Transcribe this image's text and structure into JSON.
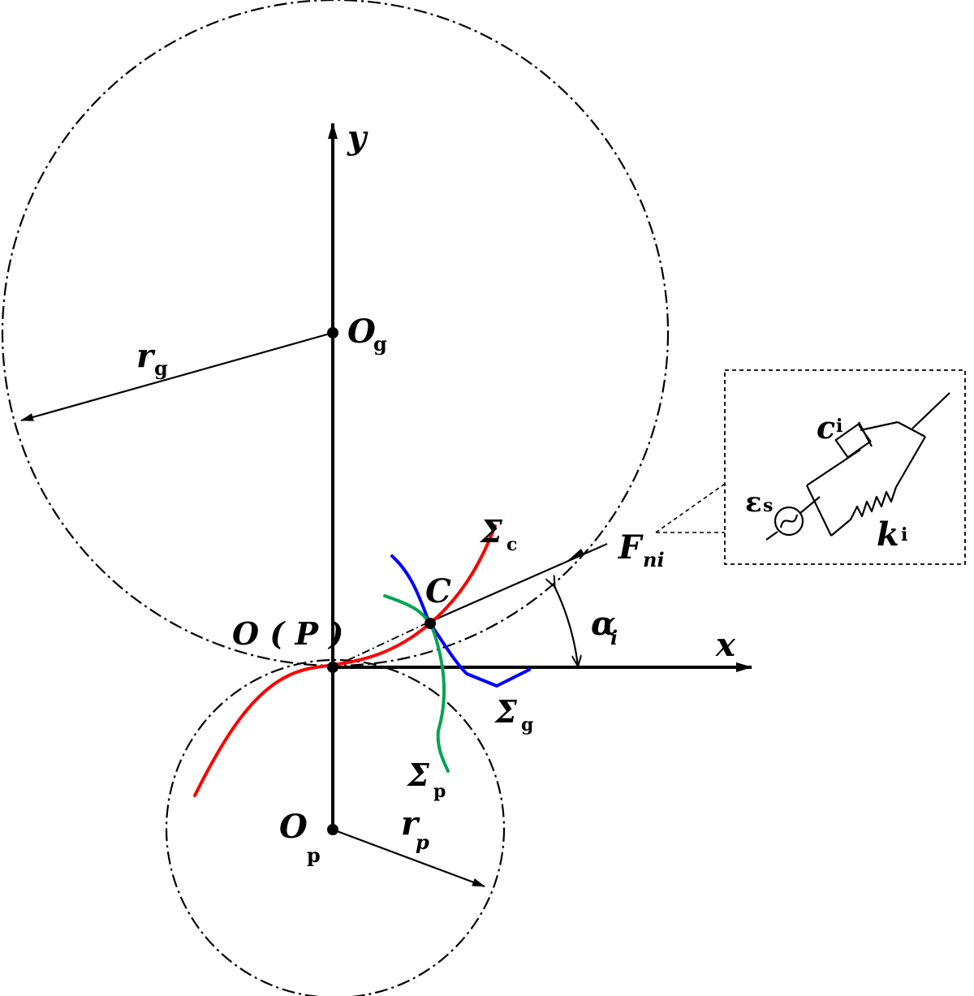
{
  "labels": {
    "y_axis": "y",
    "x_axis": "x",
    "og_main": "O",
    "og_sub": "g",
    "op_main": "O",
    "op_sub": "p",
    "origin": "O ( P )",
    "rg_main": "r",
    "rg_sub": "g",
    "rp_main": "r",
    "rp_sub": "p",
    "contact": "C",
    "sigma_c_main": "Σ",
    "sigma_c_sub": "c",
    "sigma_g_main": "Σ",
    "sigma_g_sub": "g",
    "sigma_p_main": "Σ",
    "sigma_p_sub": "p",
    "force_main": "F",
    "force_sub": "ni",
    "alpha_main": "α",
    "alpha_sub": "i",
    "damper_main": "c",
    "damper_sub": "i",
    "spring_main": "k",
    "spring_sub": "i",
    "error_main": "ε",
    "error_sub": "s"
  },
  "colors": {
    "sigma_c": "#ff0000",
    "sigma_g": "#0000ff",
    "sigma_p": "#00a550",
    "line": "#000000"
  },
  "icons": {
    "error_source": "sine-source-icon",
    "damper": "damper-icon",
    "spring": "spring-icon"
  }
}
